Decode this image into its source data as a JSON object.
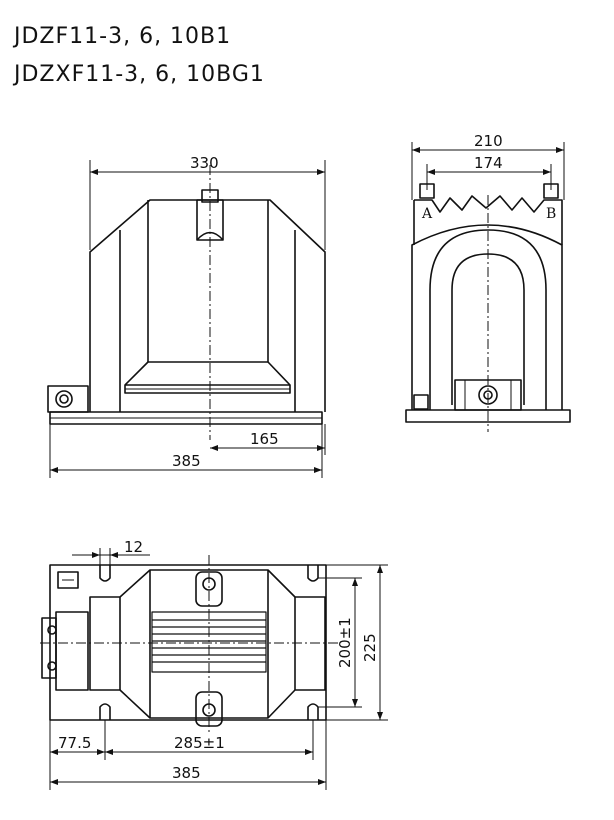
{
  "titles": {
    "line1": "JDZF11-3, 6, 10B1",
    "line2": "JDZXF11-3, 6, 10BG1"
  },
  "front_view": {
    "dim_width": "330",
    "dim_half": "165",
    "dim_base": "385"
  },
  "side_view": {
    "dim_outer": "210",
    "dim_inner": "174",
    "terminal_a": "A",
    "terminal_b": "B"
  },
  "top_view": {
    "dim_slot": "12",
    "dim_hole_spacing": "200±1",
    "dim_depth": "225",
    "dim_offset": "77.5",
    "dim_hole_pitch": "285±1",
    "dim_length": "385"
  },
  "colors": {
    "line": "#111111",
    "background": "#ffffff"
  }
}
